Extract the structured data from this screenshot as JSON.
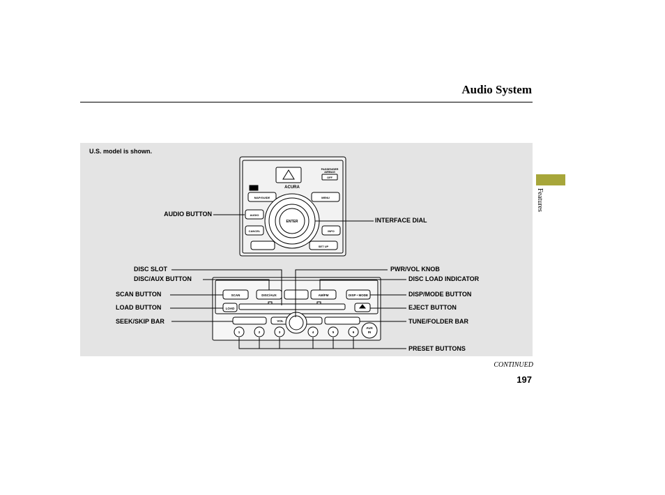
{
  "header": {
    "title": "Audio System"
  },
  "side_tab": {
    "label": "Features",
    "color": "#a7a63a"
  },
  "figure": {
    "note": "U.S. model is shown.",
    "callouts": {
      "audio_button": "AUDIO BUTTON",
      "interface_dial": "INTERFACE DIAL",
      "disc_slot": "DISC SLOT",
      "pwr_vol_knob": "PWR/VOL KNOB",
      "disc_aux_button": "DISC/AUX BUTTON",
      "disc_load_indicator": "DISC LOAD INDICATOR",
      "scan_button": "SCAN BUTTON",
      "disp_mode_button": "DISP/MODE BUTTON",
      "load_button": "LOAD BUTTON",
      "eject_button": "EJECT BUTTON",
      "seek_skip_bar": "SEEK/SKIP BAR",
      "tune_folder_bar": "TUNE/FOLDER BAR",
      "preset_buttons": "PRESET BUTTONS"
    },
    "unit_upper": {
      "brand": "ACURA",
      "map_guide": "MAP/GUIDE",
      "menu": "MENU",
      "audio": "AUDIO",
      "enter": "ENTER",
      "cancel": "CANCEL",
      "info": "INFO",
      "set_up": "SET UP",
      "passenger_airbag": "PASSENGER AIRBAG",
      "off": "OFF"
    },
    "unit_lower": {
      "scan": "SCAN",
      "disc_aux": "DISC/AUX",
      "am_fm": "AM/FM",
      "disp_mode": "DISP • MODE",
      "load": "LOAD",
      "vol": "VOL",
      "aux_in": "AUX IN",
      "presets": [
        "1",
        "2",
        "3",
        "4",
        "5",
        "6"
      ]
    }
  },
  "footer": {
    "continued": "CONTINUED",
    "page_number": "197"
  }
}
